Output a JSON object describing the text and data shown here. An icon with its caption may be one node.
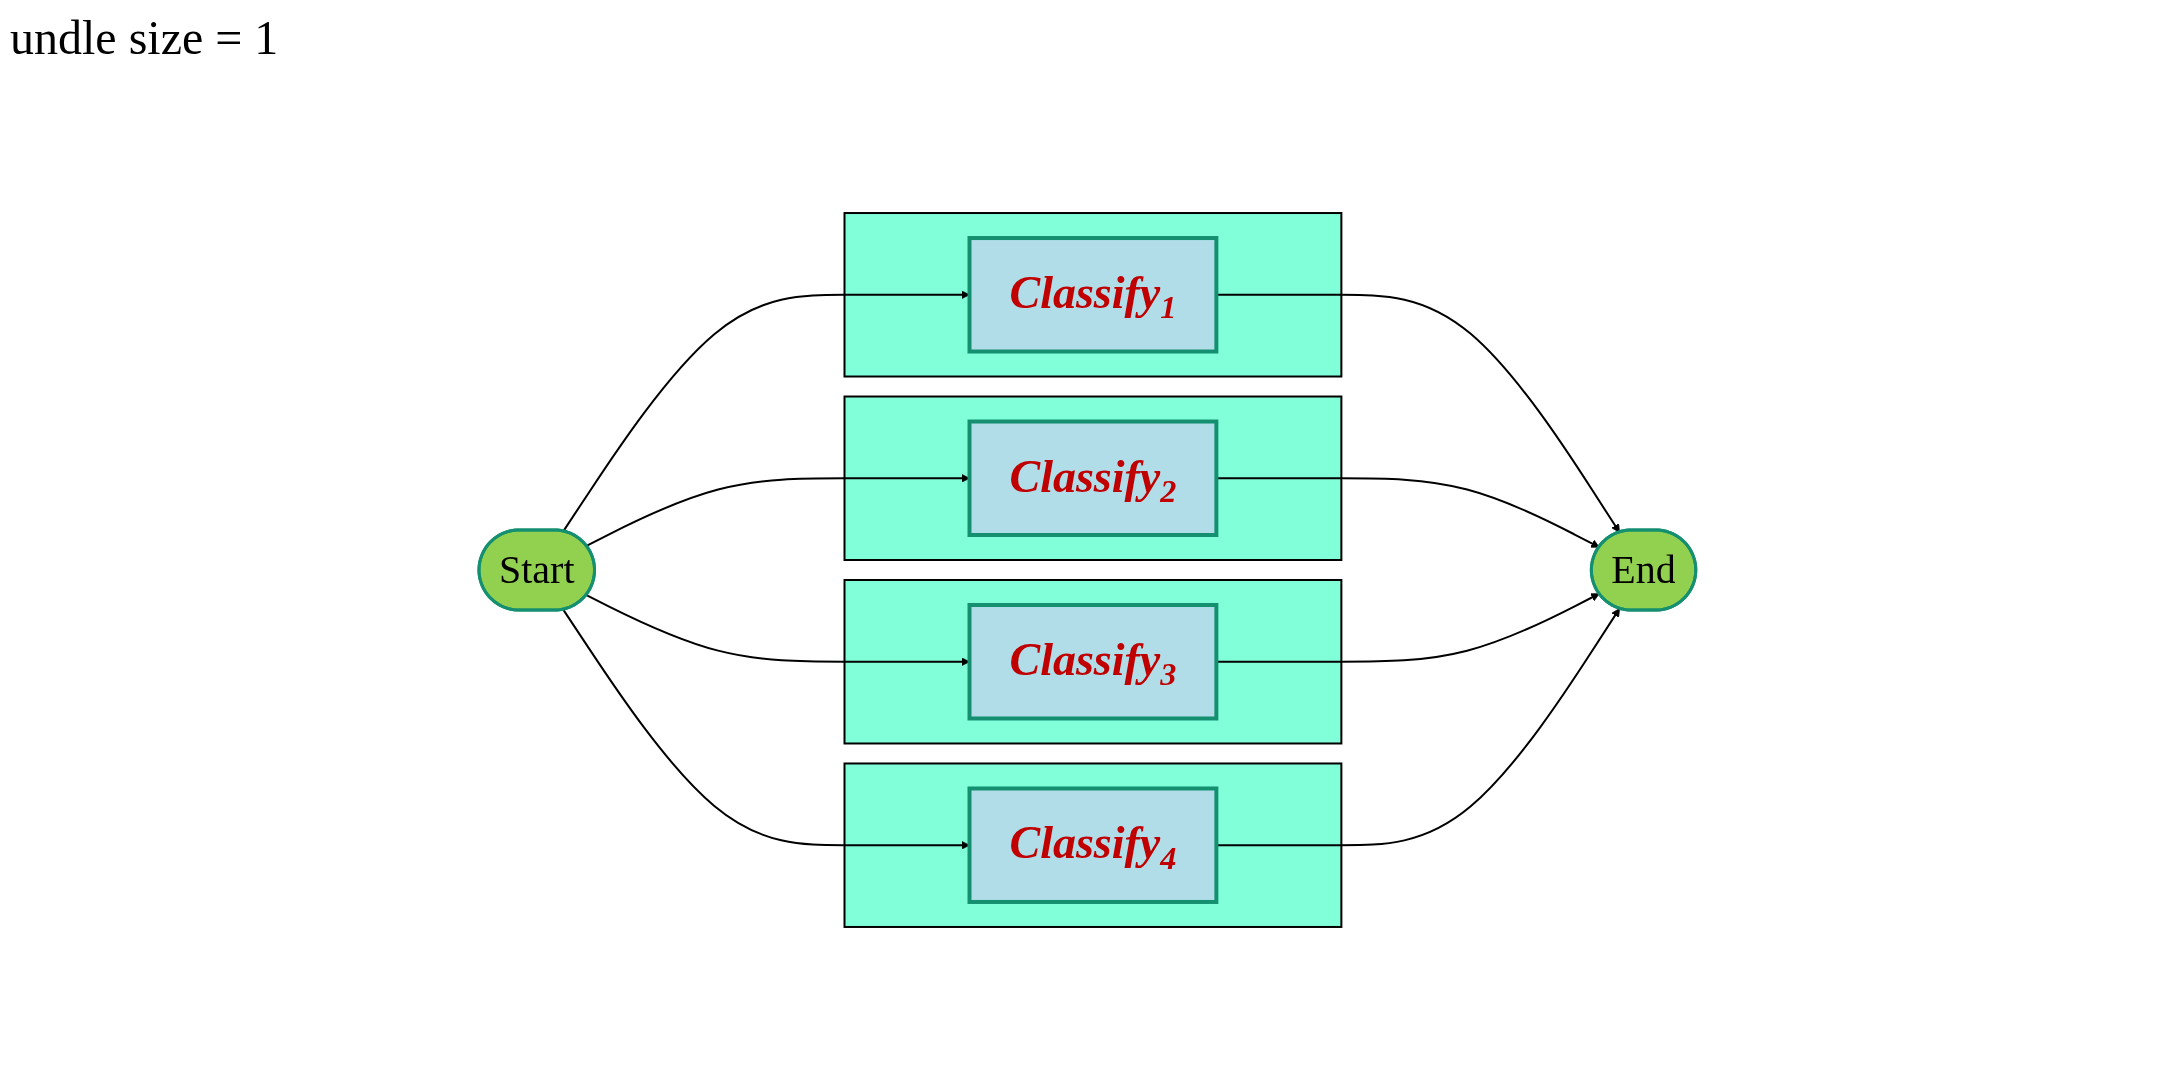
{
  "diagram": {
    "title": "undle size = 1",
    "nodes": [
      {
        "text": [
          "Start"
        ]
      },
      {
        "text": [],
        "shape": "box"
      },
      {
        "text": [
          "Classify$_{1}$"
        ],
        "in": 1
      },
      {
        "text": [],
        "shape": "box"
      },
      {
        "text": [
          "Classify$_{2}$"
        ],
        "in": 3
      },
      {
        "text": [],
        "shape": "box"
      },
      {
        "text": [
          "Classify$_{3}$"
        ],
        "in": 5
      },
      {
        "text": [],
        "shape": "box"
      },
      {
        "text": [
          "Classify$_{4}$"
        ],
        "in": 7
      },
      {
        "text": [
          "End"
        ]
      }
    ],
    "edges": [
      {
        "from": 0,
        "to": 2,
        "arrow": "to"
      },
      {
        "from": 0,
        "to": 4,
        "arrow": "to"
      },
      {
        "from": 0,
        "to": 6,
        "arrow": "to"
      },
      {
        "from": 0,
        "to": 8,
        "arrow": "to"
      },
      {
        "from": 2,
        "to": 9,
        "arrow": "to"
      },
      {
        "from": 4,
        "to": 9,
        "arrow": "to"
      },
      {
        "from": 6,
        "to": 9,
        "arrow": "to"
      },
      {
        "from": 8,
        "to": 9,
        "arrow": "to"
      }
    ]
  }
}
